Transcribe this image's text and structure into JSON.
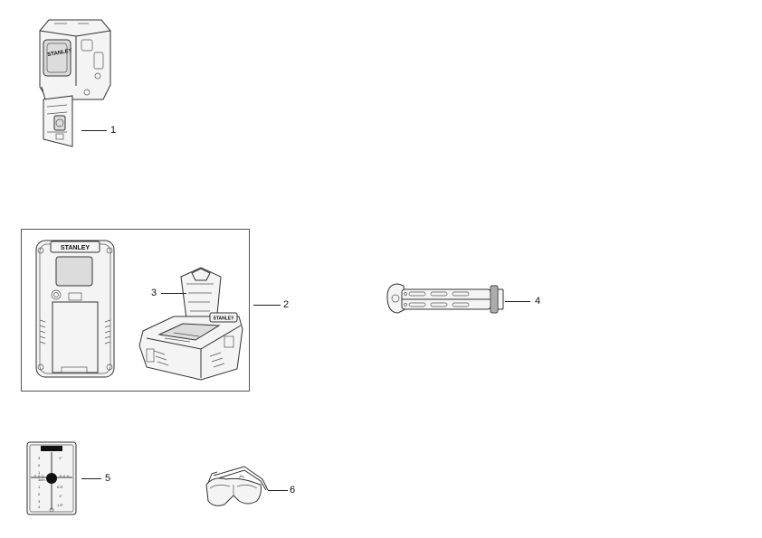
{
  "brand": {
    "laser_logo": "STANLEY",
    "case_logo": "STANLEY",
    "pocket_logo": "STANLEY"
  },
  "callouts": [
    "1",
    "2",
    "3",
    "4",
    "5",
    "6"
  ],
  "target_card": {
    "left_scale": [
      "3",
      "2",
      "1",
      "1cm",
      "1",
      "2",
      "3",
      "4"
    ],
    "right_scale": [
      "1\"",
      "0.5\"",
      "1\"",
      "1.5\""
    ]
  }
}
